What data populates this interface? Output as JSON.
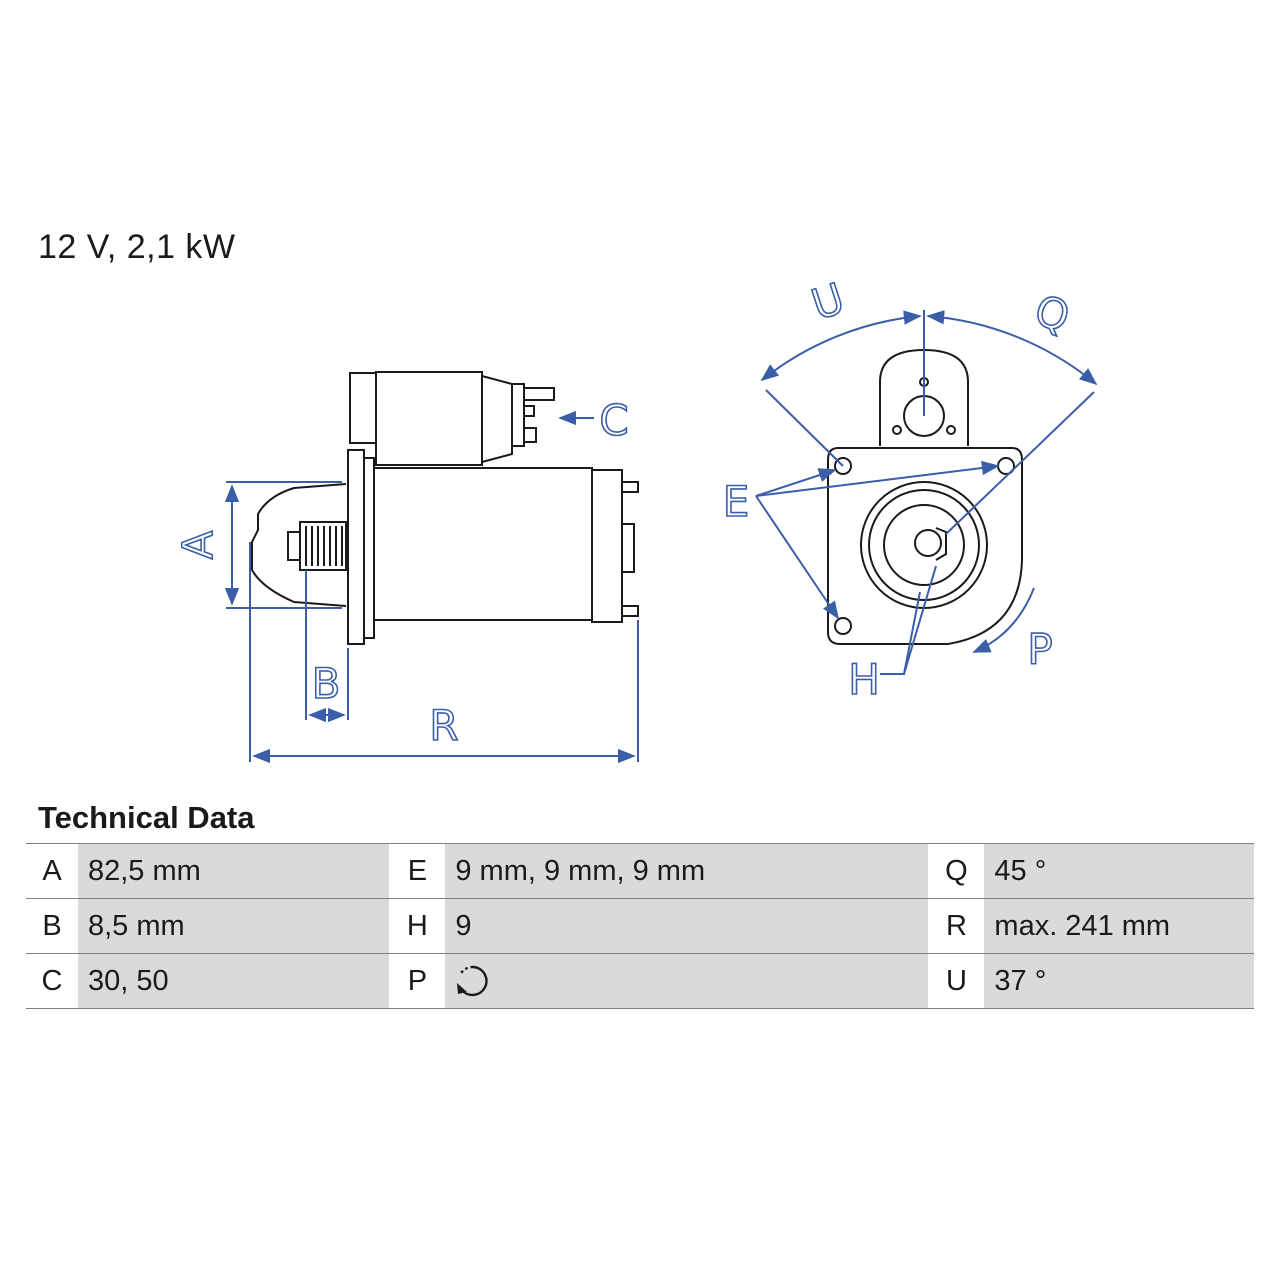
{
  "headline": "12 V, 2,1 kW",
  "diagram_labels": {
    "A": "A",
    "B": "B",
    "C": "C",
    "R": "R",
    "E": "E",
    "H": "H",
    "P": "P",
    "Q": "Q",
    "U": "U"
  },
  "colors": {
    "dimension": "#3a5ea8",
    "line": "#1a1a1a",
    "cell_bg": "#dadada"
  },
  "section_title": "Technical Data",
  "rows": [
    [
      {
        "key": "A",
        "value": "82,5 mm"
      },
      {
        "key": "E",
        "value": "9 mm, 9 mm, 9 mm"
      },
      {
        "key": "Q",
        "value": "45 °"
      }
    ],
    [
      {
        "key": "B",
        "value": "8,5 mm"
      },
      {
        "key": "H",
        "value": "9"
      },
      {
        "key": "R",
        "value": "max. 241 mm"
      }
    ],
    [
      {
        "key": "C",
        "value": "30, 50"
      },
      {
        "key": "P",
        "value": "",
        "icon": "clockwise-rotation-icon"
      },
      {
        "key": "U",
        "value": "37 °"
      }
    ]
  ]
}
